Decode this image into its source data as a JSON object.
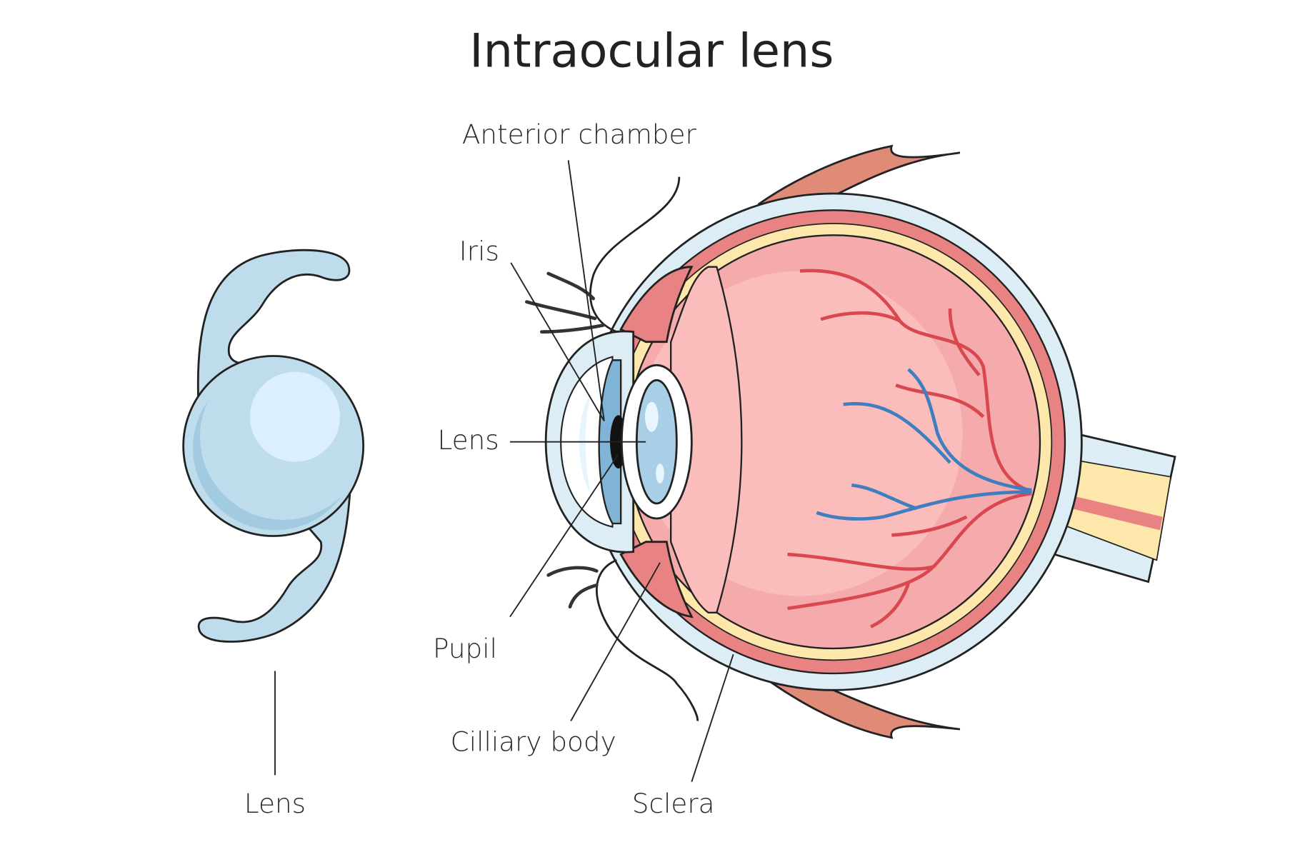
{
  "title": "Intraocular lens",
  "labels": {
    "anterior_chamber": "Anterior chamber",
    "iris": "Iris",
    "lens_eye": "Lens",
    "pupil": "Pupil",
    "ciliary_body": "Cilliary body",
    "sclera": "Sclera",
    "lens_implant": "Lens"
  },
  "colors": {
    "sclera": "#dcedf5",
    "choroid": "#e98383",
    "retina": "#fde7aa",
    "vitreous": "#f9b7b7",
    "muscle": "#e08b78",
    "implant": "#bedcec",
    "artery": "#d9474f",
    "vein": "#3f7fc0"
  }
}
